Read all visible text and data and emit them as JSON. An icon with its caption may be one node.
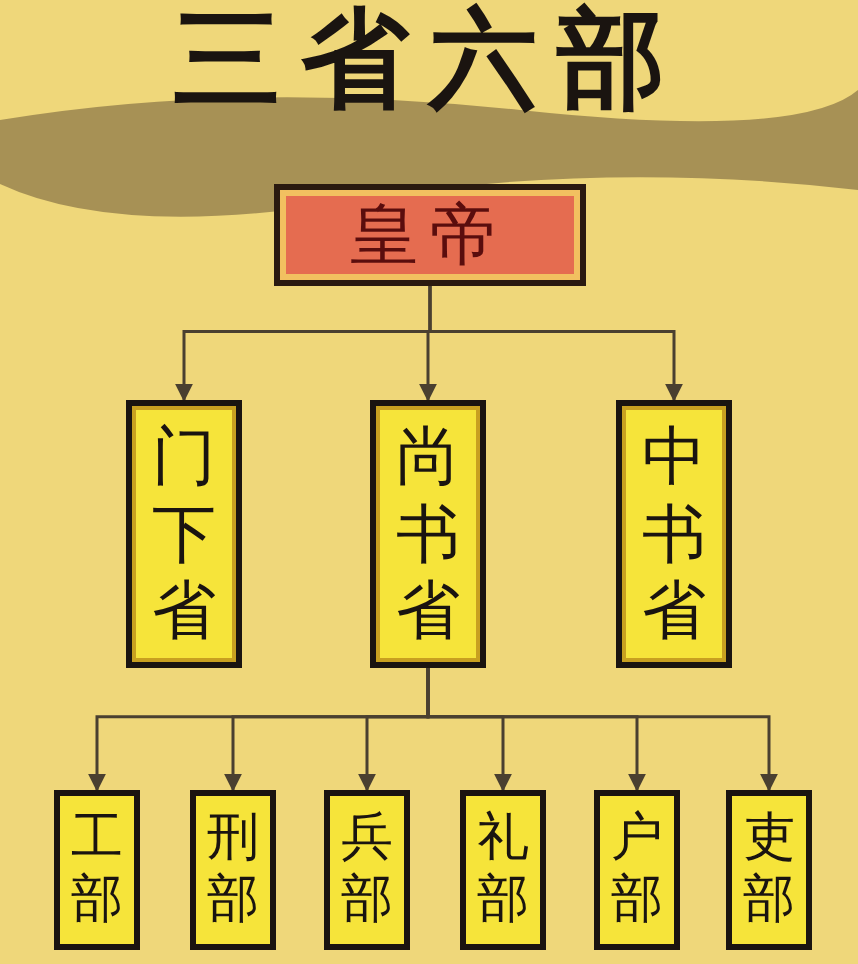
{
  "diagram": {
    "title": "三省六部",
    "nodes": [
      {
        "text": [
          "皇帝"
        ]
      },
      {
        "text": [
          "门下省"
        ]
      },
      {
        "text": [
          "尚书省"
        ]
      },
      {
        "text": [
          "中书省"
        ]
      },
      {
        "text": [
          "工部"
        ]
      },
      {
        "text": [
          "刑部"
        ]
      },
      {
        "text": [
          "兵部"
        ]
      },
      {
        "text": [
          "礼部"
        ]
      },
      {
        "text": [
          "户部"
        ]
      },
      {
        "text": [
          "吏部"
        ]
      }
    ],
    "edges": [
      {
        "from": 0,
        "to": 1,
        "arrow": "to"
      },
      {
        "from": 0,
        "to": 2,
        "arrow": "to"
      },
      {
        "from": 0,
        "to": 3,
        "arrow": "to"
      },
      {
        "from": 2,
        "to": 4,
        "arrow": "to"
      },
      {
        "from": 2,
        "to": 5,
        "arrow": "to"
      },
      {
        "from": 2,
        "to": 6,
        "arrow": "to"
      },
      {
        "from": 2,
        "to": 7,
        "arrow": "to"
      },
      {
        "from": 2,
        "to": 8,
        "arrow": "to"
      },
      {
        "from": 2,
        "to": 9,
        "arrow": "to"
      }
    ]
  }
}
